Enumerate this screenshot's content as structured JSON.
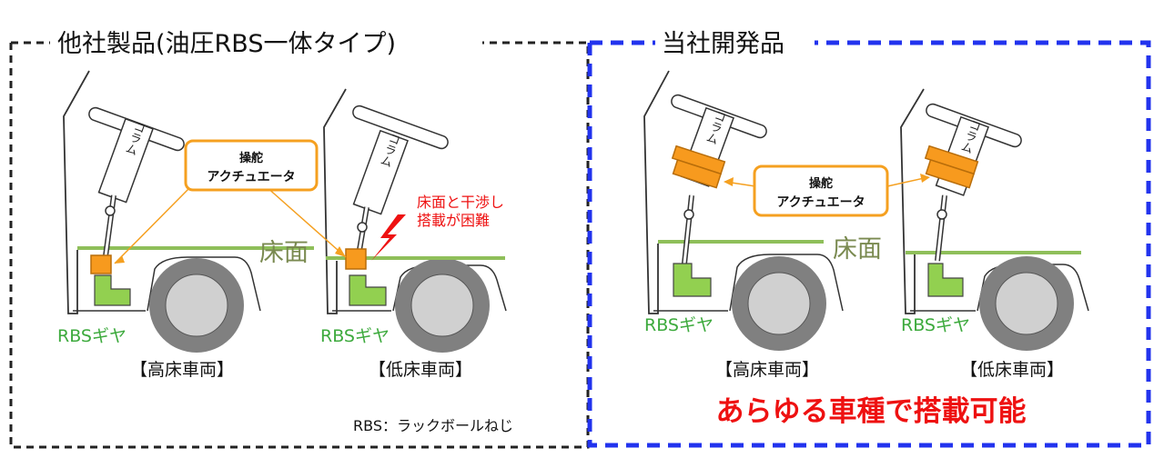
{
  "left_panel": {
    "title": "他社製品(油圧RBS一体タイプ)",
    "footnote": "RBS：ラックボールねじ",
    "actuator_callout": {
      "line1": "操舵",
      "line2": "アクチュエータ"
    },
    "floor_label": "床面",
    "interference_note": {
      "line1": "床面と干渉し",
      "line2": "搭載が困難"
    },
    "high_floor": {
      "column_label": "コラム",
      "gear_label": "RBSギヤ",
      "caption": "【高床車両】"
    },
    "low_floor": {
      "column_label": "コラム",
      "gear_label": "RBSギヤ",
      "caption": "【低床車両】"
    }
  },
  "right_panel": {
    "title": "当社開発品",
    "actuator_callout": {
      "line1": "操舵",
      "line2": "アクチュエータ"
    },
    "floor_label": "床面",
    "high_floor": {
      "column_label": "コラム",
      "gear_label": "RBSギヤ",
      "caption": "【高床車両】"
    },
    "low_floor": {
      "column_label": "コラム",
      "gear_label": "RBSギヤ",
      "caption": "【低床車両】"
    },
    "conclusion": "あらゆる車種で搭載可能"
  },
  "colors": {
    "left_border": "#222222",
    "right_border": "#2233ee",
    "floor_line": "#8fbf5a",
    "floor_label": "#7a8a50",
    "gear_fill": "#92d050",
    "gear_label": "#3daa3d",
    "actuator_fill": "#f79a1e",
    "callout_border": "#f5a020",
    "warning_text": "#ee1111",
    "conclusion_text": "#ee1111",
    "wheel_fill": "#808080"
  }
}
